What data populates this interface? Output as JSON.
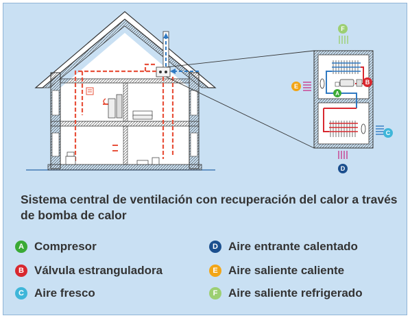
{
  "caption": "Sistema central de ventilación con recuperación del calor a través de bomba de calor",
  "legend": {
    "items": [
      {
        "letter": "A",
        "label": "Compresor",
        "color": "#3aaa35"
      },
      {
        "letter": "B",
        "label": "Válvula estranguladora",
        "color": "#d8282f"
      },
      {
        "letter": "C",
        "label": "Aire fresco",
        "color": "#3fb6d9"
      },
      {
        "letter": "D",
        "label": "Aire entrante calentado",
        "color": "#1b4f8e"
      },
      {
        "letter": "E",
        "label": "Aire saliente caliente",
        "color": "#f2a516"
      },
      {
        "letter": "F",
        "label": "Aire saliente refrigerado",
        "color": "#9ccf72"
      }
    ]
  },
  "colors": {
    "background": "#c9e0f3",
    "warm_duct": "#e8503a",
    "fresh_air": "#2f79c2",
    "line": "#3a3a3a"
  }
}
